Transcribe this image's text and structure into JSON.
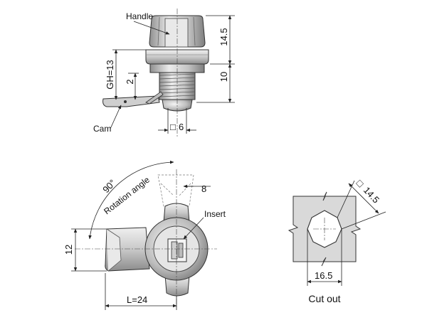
{
  "colors": {
    "line": "#222222",
    "metal_light": "#e6e6e6",
    "metal_mid": "#bdbdbd",
    "metal_dark": "#8a8a8a",
    "panel": "#d9d9d9"
  },
  "side_view": {
    "label_handle": "Handle",
    "label_cam": "Cam",
    "dim_handle_height": "14.5",
    "dim_body_height": "10",
    "dim_gh": "GH=13",
    "dim_cam_offset": "2",
    "dim_square": "6",
    "square_symbol": "□"
  },
  "front_view": {
    "angle_value": "90°",
    "angle_label": "Rotation angle",
    "label_insert": "Insert",
    "dim_width": "8",
    "dim_cam_height": "12",
    "dim_length": "L=24"
  },
  "cutout_view": {
    "dim_diag": "14.5",
    "dim_width": "16.5",
    "square_symbol": "□",
    "caption": "Cut out"
  }
}
